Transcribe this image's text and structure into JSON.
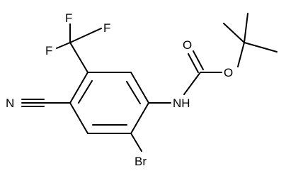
{
  "molecule": {
    "atom_labels": {
      "fluorine_top": "F",
      "fluorine_right": "F",
      "fluorine_left": "F",
      "nitrile_nitrogen": "N",
      "carbonyl_oxygen": "O",
      "ester_oxygen": "O",
      "amide_nh": "NH",
      "bromine": "Br"
    },
    "colors": {
      "bond": "#000000",
      "text": "#000000",
      "background": "#ffffff"
    }
  }
}
